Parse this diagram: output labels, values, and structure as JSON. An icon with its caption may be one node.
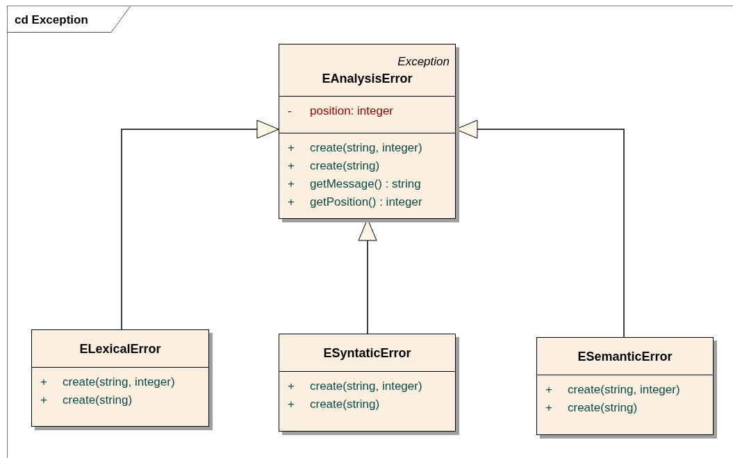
{
  "diagram": {
    "title": "cd Exception",
    "nodes": [
      {
        "text": [
          "Exception",
          "EAnalysisError",
          "-",
          "position:  integer",
          "+",
          "create(string, integer)",
          "+",
          "create(string)",
          "+",
          "getMessage() : string",
          "+",
          "getPosition() : integer"
        ]
      },
      {
        "text": [
          "ELexicalError",
          "+",
          "create(string, integer)",
          "+",
          "create(string)"
        ]
      },
      {
        "text": [
          "ESyntaticError",
          "+",
          "create(string, integer)",
          "+",
          "create(string)"
        ]
      },
      {
        "text": [
          "ESemanticError",
          "+",
          "create(string, integer)",
          "+",
          "create(string)"
        ]
      }
    ],
    "edges": [
      {
        "from": 1,
        "to": 0,
        "arrow": "to"
      },
      {
        "from": 2,
        "to": 0,
        "arrow": "to"
      },
      {
        "from": 3,
        "to": 0,
        "arrow": "to"
      }
    ]
  }
}
